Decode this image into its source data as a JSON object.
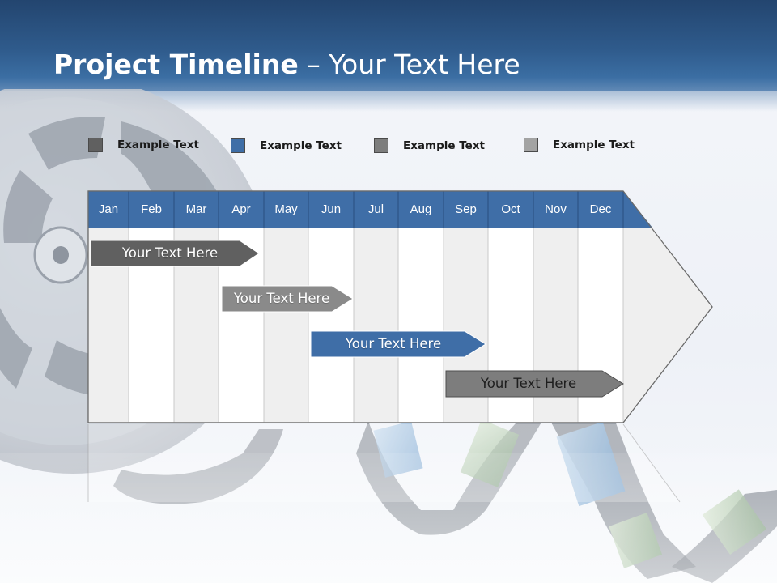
{
  "slide": {
    "title_bold": "Project Timeline",
    "title_rest": " – Your Text Here"
  },
  "legend": [
    {
      "label": "Example Text",
      "color": "#606060"
    },
    {
      "label": "Example Text",
      "color": "#3f6ea7"
    },
    {
      "label": "Example Text",
      "color": "#7d7d7d"
    },
    {
      "label": "Example Text",
      "color": "#a3a3a3"
    }
  ],
  "timeline": {
    "months": [
      "Jan",
      "Feb",
      "Mar",
      "Apr",
      "May",
      "Jun",
      "Jul",
      "Aug",
      "Sep",
      "Oct",
      "Nov",
      "Dec"
    ],
    "header_color": "#3f6ea7",
    "bars": [
      {
        "label": "Your  Text Here",
        "color": "#606060"
      },
      {
        "label": "Your  Text Here",
        "color": "#8a8a8a"
      },
      {
        "label": "Your  Text Here",
        "color": "#3f6ea7"
      },
      {
        "label": "Your  Text Here",
        "color": "#7d7d7d"
      }
    ]
  },
  "background_art": {
    "film_reel_icon": "film-reel",
    "film_strip_icon": "film-strip"
  }
}
